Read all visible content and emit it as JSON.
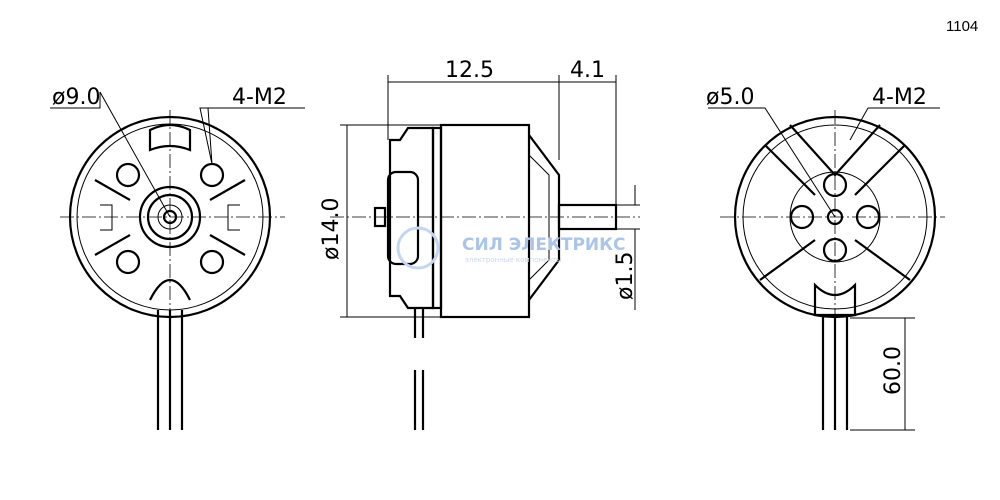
{
  "model_number": "1104",
  "front_view": {
    "shaft_diameter_label": "ø9.0",
    "mount_label": "4-M2"
  },
  "side_view": {
    "length_label": "12.5",
    "shaft_length_label": "4.1",
    "diameter_label": "ø14.0",
    "shaft_label": "ø1.5"
  },
  "rear_view": {
    "hole_circle_label": "ø5.0",
    "mount_label": "4-M2",
    "wire_length_label": "60.0"
  },
  "watermark": {
    "brand": "СИЛ ЭЛЕКТРИКС",
    "tagline": "электронные компоненты"
  },
  "colors": {
    "line": "#000000",
    "watermark": "#aac4ea"
  }
}
